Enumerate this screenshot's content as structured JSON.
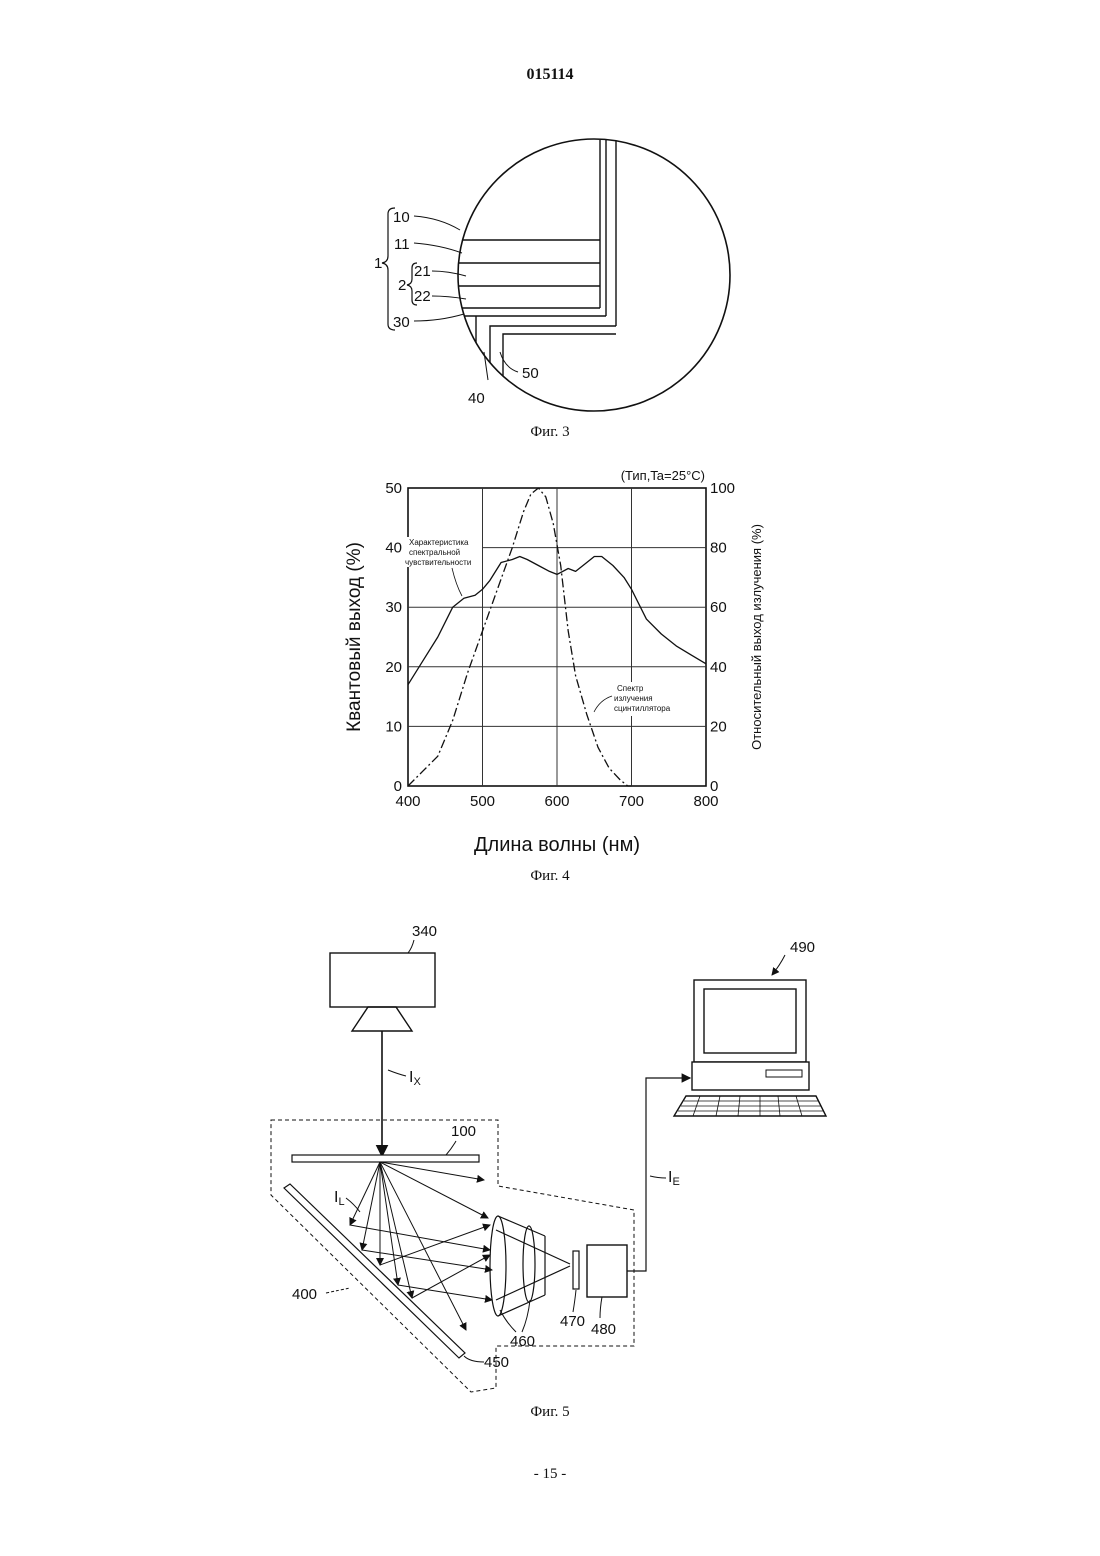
{
  "header": {
    "doc_number": "015114"
  },
  "figures": {
    "fig3": {
      "caption": "Фиг. 3",
      "labels": {
        "l10": "10",
        "l11": "11",
        "l1": "1",
        "l21": "21",
        "l2": "2",
        "l22": "22",
        "l30": "30",
        "l40": "40",
        "l50": "50"
      }
    },
    "fig4": {
      "caption": "Фиг. 4",
      "annotation_sensitivity": [
        "Характеристика",
        "спектральной",
        "чувствительности"
      ],
      "annotation_spectrum": [
        "Спектр",
        "излучения",
        "сцинтиллятора"
      ]
    },
    "fig5": {
      "caption": "Фиг. 5",
      "labels": {
        "l340": "340",
        "l490": "490",
        "l100": "100",
        "l400": "400",
        "l450": "450",
        "l460": "460",
        "l470": "470",
        "l480": "480",
        "ix": "I",
        "ix_sub": "X",
        "il": "I",
        "il_sub": "L",
        "ie": "I",
        "ie_sub": "E"
      }
    }
  },
  "chart_data": {
    "type": "line",
    "title": "(Тип,Ta=25°C)",
    "xlabel": "Длина волны (нм)",
    "ylabel": "Квантовый выход (%)",
    "y2label": "Относительный выход излучения (%)",
    "xlim": [
      400,
      800
    ],
    "ylim": [
      0,
      50
    ],
    "y2lim": [
      0,
      100
    ],
    "xticks": [
      "400",
      "500",
      "600",
      "700",
      "800"
    ],
    "yticks": [
      "0",
      "10",
      "20",
      "30",
      "40",
      "50"
    ],
    "y2ticks": [
      "0",
      "20",
      "40",
      "60",
      "80",
      "100"
    ],
    "grid": true,
    "series": [
      {
        "name": "Характеристика спектральной чувствительности",
        "axis": "left",
        "style": "solid",
        "x": [
          400,
          420,
          440,
          460,
          475,
          490,
          500,
          510,
          525,
          540,
          550,
          560,
          575,
          590,
          600,
          615,
          625,
          640,
          650,
          660,
          675,
          690,
          700,
          720,
          740,
          760,
          780,
          800
        ],
        "y": [
          17,
          21,
          25,
          30,
          31.5,
          32,
          33,
          34.5,
          37.5,
          38,
          38.5,
          38,
          37,
          36,
          35.5,
          36.5,
          36,
          37.5,
          38.5,
          38.5,
          37,
          35,
          33,
          28,
          25.5,
          23.5,
          22,
          20.5
        ]
      },
      {
        "name": "Спектр излучения сцинтиллятора",
        "axis": "right",
        "style": "dashdot",
        "x": [
          400,
          420,
          440,
          460,
          480,
          500,
          520,
          540,
          555,
          565,
          575,
          585,
          595,
          605,
          615,
          625,
          640,
          655,
          670,
          685,
          695,
          700
        ],
        "y": [
          0,
          5,
          10,
          22,
          38,
          52,
          66,
          80,
          92,
          98,
          100,
          97,
          88,
          74,
          52,
          37,
          24,
          13,
          6,
          2,
          0,
          0
        ]
      }
    ]
  }
}
